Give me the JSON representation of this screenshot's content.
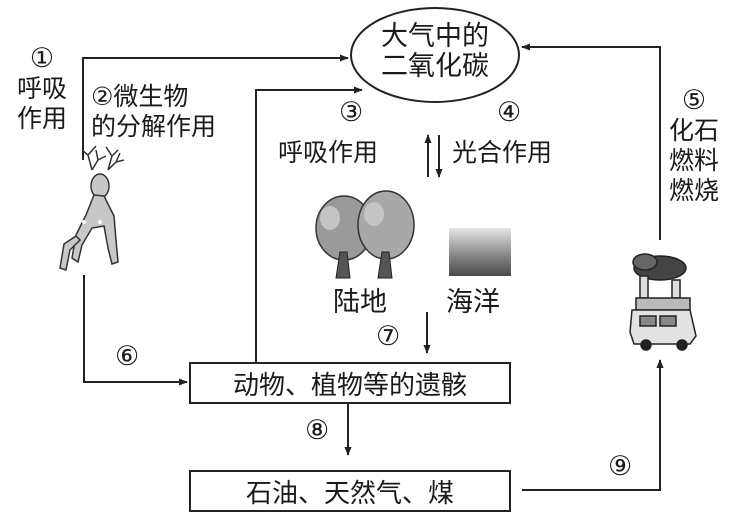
{
  "co2": {
    "line1": "大气中的",
    "line2": "二氧化碳"
  },
  "step1": {
    "num": "①",
    "line1": "呼吸",
    "line2": "作用"
  },
  "step2": {
    "line1": "②微生物",
    "line2": "的分解作用"
  },
  "step3": {
    "num": "③",
    "text": "呼吸作用"
  },
  "step4": {
    "num": "④",
    "text": "光合作用"
  },
  "step5": {
    "num": "⑤",
    "line1": "化石",
    "line2": "燃料",
    "line3": "燃烧"
  },
  "step6": {
    "num": "⑥"
  },
  "step7": {
    "num": "⑦"
  },
  "step8": {
    "num": "⑧"
  },
  "step9": {
    "num": "⑨"
  },
  "land_label": "陆地",
  "ocean_label": "海洋",
  "remains_box": "动物、植物等的遗骸",
  "fossil_box": "石油、天然气、煤"
}
